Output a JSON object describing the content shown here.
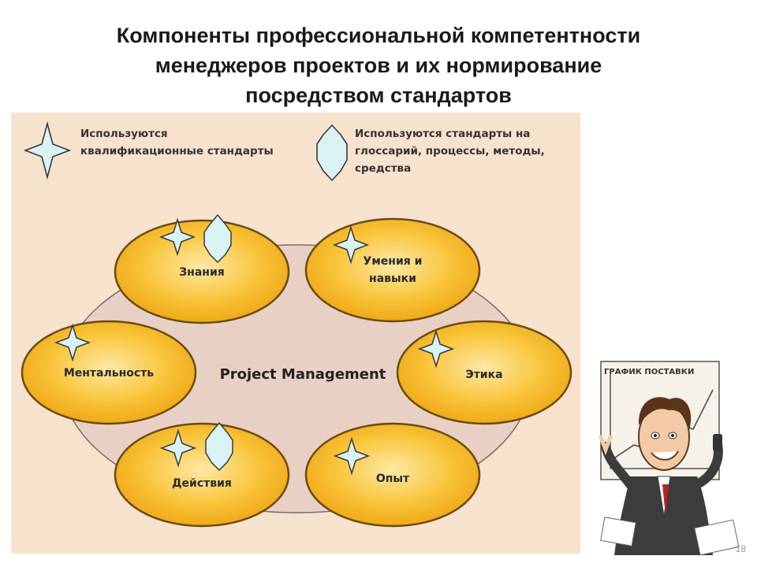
{
  "title": {
    "line1": "Компоненты профессиональной компетентности",
    "line2": "менеджеров проектов и их нормирование",
    "line3": "посредством стандартов"
  },
  "legend": {
    "star_line1": "Используются",
    "star_line2": "квалификационные стандарты",
    "octagon_line1": "Используются стандарты на",
    "octagon_line2": "глоссарий, процессы, методы,",
    "octagon_line3": "средства"
  },
  "center": "Project Management",
  "nodes": {
    "znaniya": "Знания",
    "umeniya_line1": "Умения и",
    "umeniya_line2": "навыки",
    "mentalnost": "Ментальность",
    "etika": "Этика",
    "deystviya": "Действия",
    "opyt": "Опыт"
  },
  "cartoon_caption": "ГРАФИК ПОСТАВКИ",
  "page_number": "18",
  "colors": {
    "panel_bg": "#f7e2cd",
    "ellipse_fill": "#f7b71a",
    "ring_fill": "#e8d1c4",
    "icon_fill": "#d9f2f4"
  }
}
